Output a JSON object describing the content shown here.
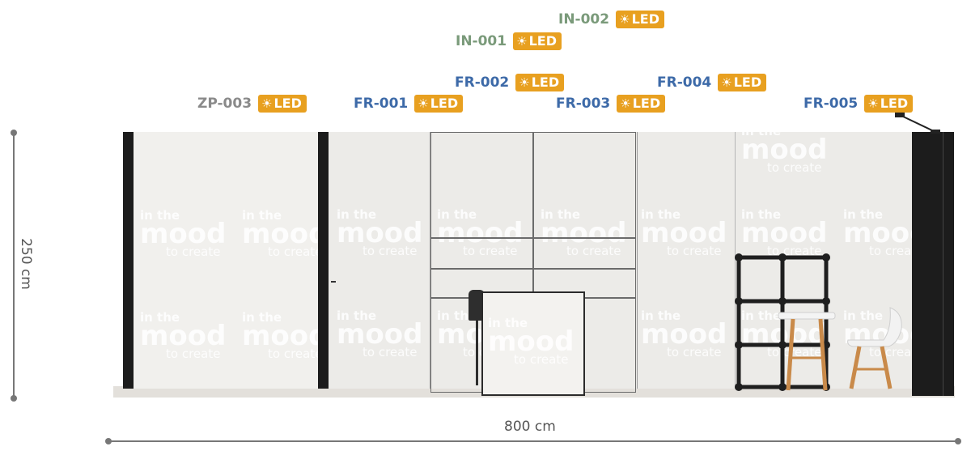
{
  "dimensions": {
    "width_label": "800 cm",
    "height_label": "250 cm"
  },
  "tags": [
    {
      "code": "IN-002",
      "led": "LED",
      "color": "#7a9a7a"
    },
    {
      "code": "IN-001",
      "led": "LED",
      "color": "#7a9a7a"
    },
    {
      "code": "FR-002",
      "led": "LED",
      "color": "#3d6aa8"
    },
    {
      "code": "FR-004",
      "led": "LED",
      "color": "#3d6aa8"
    },
    {
      "code": "ZP-003",
      "led": "LED",
      "color": "#8a8a8a"
    },
    {
      "code": "FR-001",
      "led": "LED",
      "color": "#3d6aa8"
    },
    {
      "code": "FR-003",
      "led": "LED",
      "color": "#3d6aa8"
    },
    {
      "code": "FR-005",
      "led": "LED",
      "color": "#3d6aa8"
    }
  ],
  "led_icon": "sun-icon",
  "led_color": "#E8A020",
  "watermark": {
    "line1": "in the",
    "line2": "mood",
    "line3": "to create"
  }
}
